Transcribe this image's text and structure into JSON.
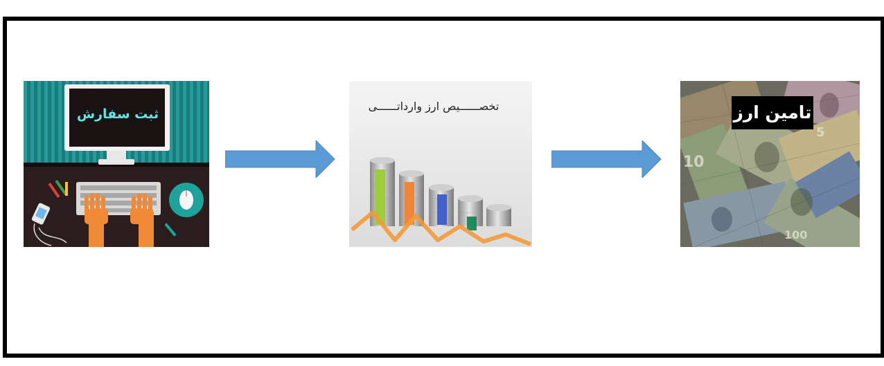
{
  "steps": [
    {
      "label": "ثبت سفارش",
      "icon": "computer-order-illustration"
    },
    {
      "label": "تخصــــــیص ارز وارداتــــــی",
      "icon": "coin-stack-chart-illustration"
    },
    {
      "label": "تامین ارز",
      "icon": "currency-banknotes-photo"
    }
  ],
  "connectors": [
    "arrow-right-icon",
    "arrow-right-icon"
  ],
  "colors": {
    "arrow": "#5b9bd5",
    "border": "#000000",
    "teal": "#1f7f83",
    "label1": "#58ebe6"
  }
}
